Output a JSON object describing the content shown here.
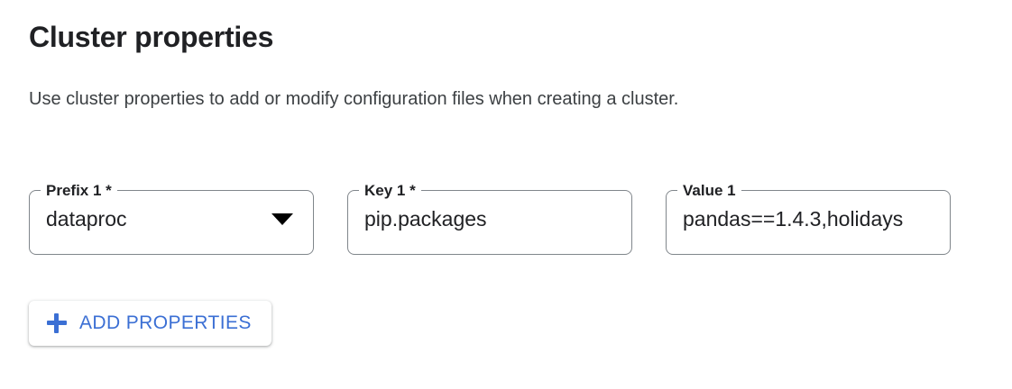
{
  "section": {
    "title": "Cluster properties",
    "description": "Use cluster properties to add or modify configuration files when creating a cluster."
  },
  "fields": [
    {
      "name": "prefix",
      "label": "Prefix 1 *",
      "value": "dataproc",
      "control": "select",
      "icon": "chevron-down-icon",
      "required": true
    },
    {
      "name": "key",
      "label": "Key 1 *",
      "value": "pip.packages",
      "control": "text",
      "required": true
    },
    {
      "name": "value",
      "label": "Value 1",
      "value": "pandas==1.4.3,holidays",
      "control": "text",
      "required": false
    }
  ],
  "add_button": {
    "label": "ADD PROPERTIES",
    "icon": "plus-icon"
  },
  "colors": {
    "accent_blue": "#3b6fd4",
    "text_primary": "#202124",
    "text_secondary": "#3c4043",
    "field_border": "#80868b",
    "background": "#ffffff"
  }
}
